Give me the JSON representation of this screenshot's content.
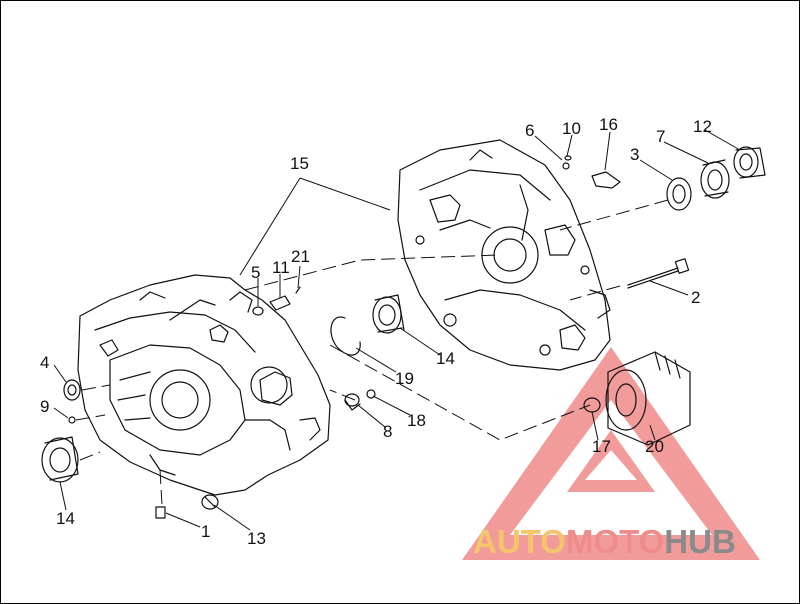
{
  "diagram": {
    "callouts": [
      "1",
      "2",
      "3",
      "4",
      "5",
      "6",
      "7",
      "8",
      "9",
      "10",
      "11",
      "12",
      "13",
      "14",
      "14",
      "15",
      "16",
      "17",
      "18",
      "19",
      "20",
      "21"
    ]
  },
  "watermark": {
    "text_1": "AUTO",
    "text_2": "MOTO",
    "text_3": "HUB",
    "colors": {
      "auto": "#f5c56b",
      "moto": "#ef8c8c",
      "hub": "#8a8a8a",
      "triangle": "#f08a8a"
    }
  }
}
